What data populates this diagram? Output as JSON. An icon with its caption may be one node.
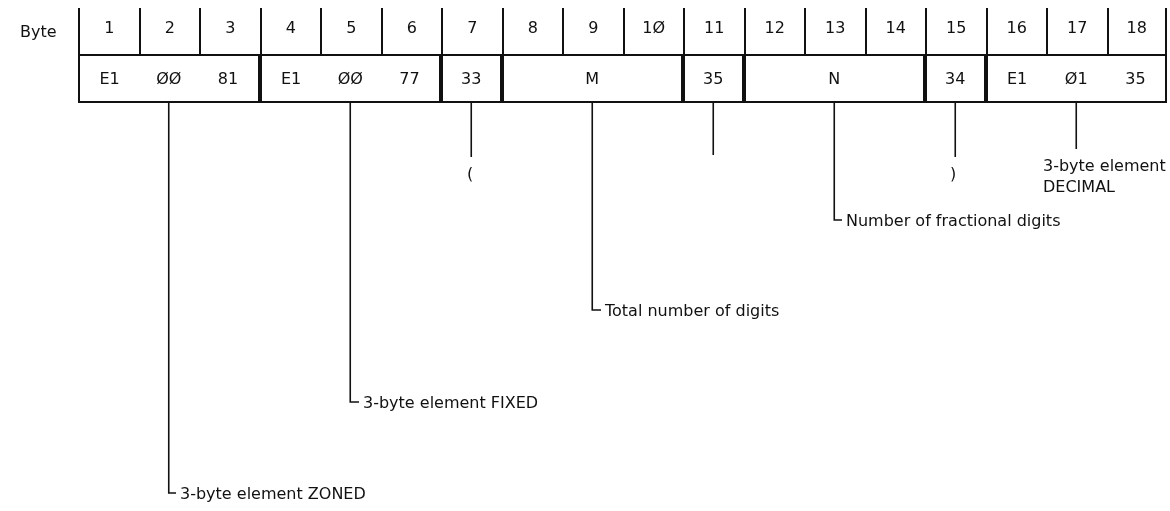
{
  "diagram": {
    "nodes": [
      {
        "text": [
          "E1",
          "ØØ",
          "81"
        ]
      },
      {
        "text": [
          "E1",
          "ØØ",
          "77"
        ]
      },
      {
        "text": [
          "33"
        ]
      },
      {
        "text": [
          "M"
        ]
      },
      {
        "text": [
          "35"
        ]
      },
      {
        "text": [
          "N"
        ]
      },
      {
        "text": [
          "34"
        ]
      },
      {
        "text": [
          "E1",
          "Ø1",
          "35"
        ]
      },
      {
        "text": [
          "("
        ]
      },
      {
        "text": [
          ")"
        ]
      },
      {
        "text": [
          "3-byte element DECIMAL"
        ]
      },
      {
        "text": [
          "Number of fractional digits"
        ]
      },
      {
        "text": [
          "Total number of digits"
        ]
      },
      {
        "text": [
          "3-byte element FIXED"
        ]
      },
      {
        "text": [
          "3-byte element ZONED"
        ]
      }
    ],
    "edges": [
      {
        "from": 8,
        "to": 2,
        "arrow": "none"
      },
      {
        "from": null,
        "to": 4,
        "arrow": "none"
      },
      {
        "from": 9,
        "to": 6,
        "arrow": "none"
      },
      {
        "from": 10,
        "to": 7,
        "arrow": "none"
      },
      {
        "from": 11,
        "to": 5,
        "arrow": "none"
      },
      {
        "from": 12,
        "to": 3,
        "arrow": "none"
      },
      {
        "from": 13,
        "to": 1,
        "arrow": "none"
      },
      {
        "from": 14,
        "to": 0,
        "arrow": "none"
      }
    ],
    "labels": [
      "Byte",
      "1",
      "2",
      "3",
      "4",
      "5",
      "6",
      "7",
      "8",
      "9",
      "1Ø",
      "11",
      "12",
      "13",
      "14",
      "15",
      "16",
      "17",
      "18"
    ]
  }
}
